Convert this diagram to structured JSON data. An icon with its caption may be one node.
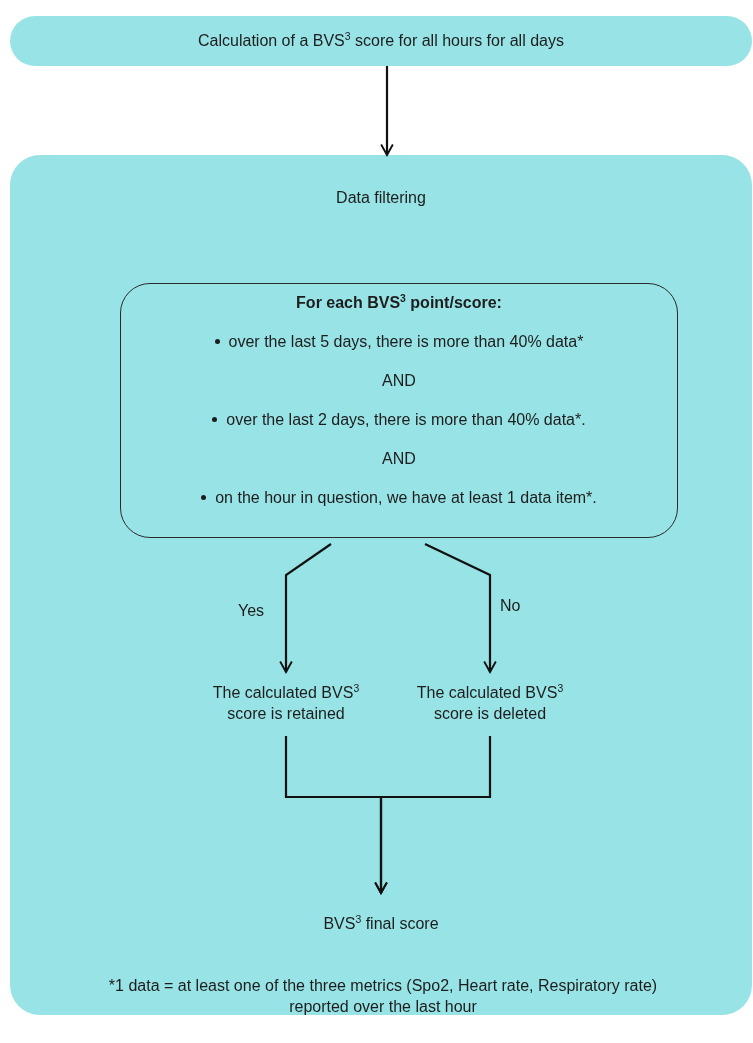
{
  "diagram": {
    "nodes": [
      {
        "text": [
          "Calculation of a BVS$^{3}$ score for all hours for all days"
        ]
      },
      {
        "text": [
          "Data filtering"
        ]
      },
      {
        "text": [
          "For each BVS$^{3}$ point/score:",
          "over the last 5 days, there is more than 40% data*",
          "AND",
          "over the last 2 days, there is more than 40% data*.",
          "AND",
          "on the hour in question, we have at least 1 data item*."
        ],
        "in": 1
      },
      {
        "text": [
          "The calculated BVS$^{3}$ score is retained"
        ],
        "in": 1
      },
      {
        "text": [
          "The calculated BVS$^{3}$ score is deleted"
        ],
        "in": 1
      },
      {
        "text": [
          "BVS$^{3}$ final score"
        ],
        "in": 1
      }
    ],
    "edges": [
      {
        "from": 0,
        "to": 1,
        "arrow": "to"
      },
      {
        "from": 2,
        "to": 3,
        "arrow": "to",
        "label": "Yes"
      },
      {
        "from": 2,
        "to": 4,
        "arrow": "to",
        "label": "No"
      },
      {
        "from": 3,
        "to": 5,
        "arrow": "to"
      },
      {
        "from": 4,
        "to": 5,
        "arrow": "to"
      }
    ],
    "labels": [
      "*1 data = at least one of the three metrics (Spo2, Heart rate, Respiratory rate) reported over the last hour"
    ]
  }
}
